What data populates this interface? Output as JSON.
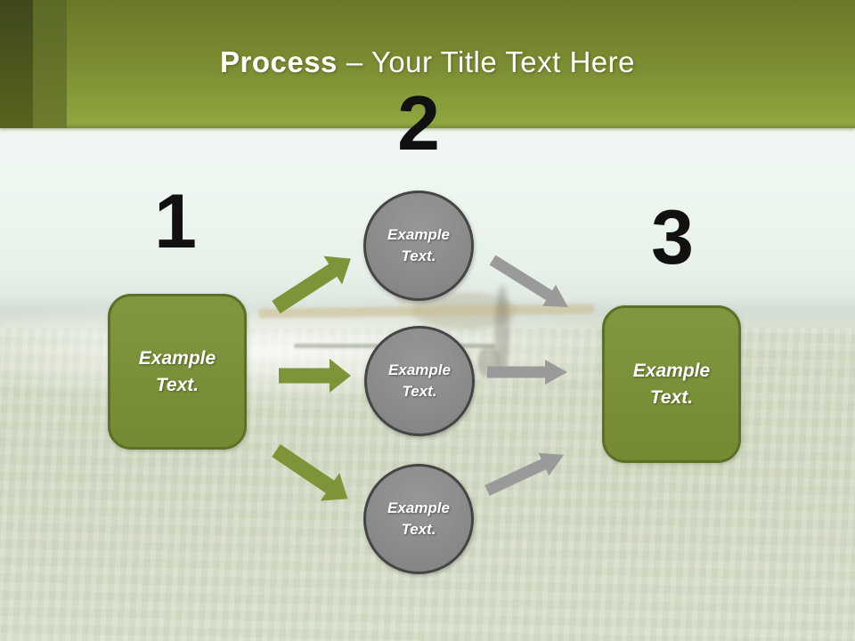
{
  "header": {
    "title_bold": "Process",
    "title_rest": "– Your Title Text Here"
  },
  "numbers": {
    "n1": "1",
    "n2": "2",
    "n3": "3"
  },
  "left_box": {
    "label": "Example Text."
  },
  "right_box": {
    "label": "Example Text."
  },
  "circles": [
    {
      "label": "Example Text."
    },
    {
      "label": "Example Text."
    },
    {
      "label": "Example Text."
    }
  ],
  "colors": {
    "accent_green": "#7b923d",
    "accent_green_border": "#5c7026",
    "arrow_green": "#7d9438",
    "arrow_gray": "#9a9a9a",
    "circle_gray": "#8b8b8b",
    "circle_border": "#454545",
    "header_gradient_top": "#6a7828",
    "header_gradient_bottom": "#8fa640",
    "number_color": "#111111",
    "text_color": "#ffffff"
  }
}
